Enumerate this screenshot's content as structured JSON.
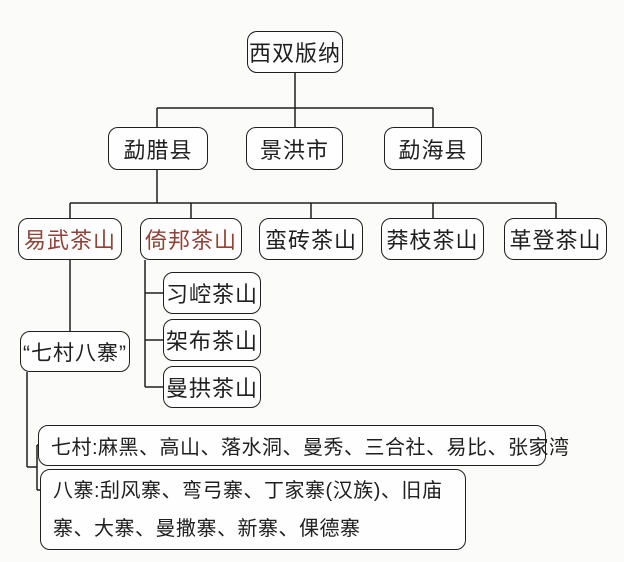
{
  "colors": {
    "accent_text": "#8e4338",
    "line": "#1f1f1f",
    "text": "#1f1f1f",
    "background": "#fbfbf9",
    "node_background": "#fefefe"
  },
  "diagram": {
    "type": "tree",
    "root": {
      "label": "西双版纳"
    },
    "level2": [
      {
        "label": "勐腊县"
      },
      {
        "label": "景洪市"
      },
      {
        "label": "勐海县"
      }
    ],
    "level3": [
      {
        "label": "易武茶山",
        "accent": true
      },
      {
        "label": "倚邦茶山",
        "accent": true
      },
      {
        "label": "蛮砖茶山",
        "accent": false
      },
      {
        "label": "莽枝茶山",
        "accent": false
      },
      {
        "label": "革登茶山",
        "accent": false
      }
    ],
    "yibang_children": [
      {
        "label": "习崆茶山"
      },
      {
        "label": "架布茶山"
      },
      {
        "label": "曼拱茶山"
      }
    ],
    "yiwu_child": {
      "label": "“七村八寨”"
    },
    "seven_villages": {
      "label": "七村:麻黑、高山、落水洞、曼秀、三合社、易比、张家湾"
    },
    "eight_stockades": {
      "label": "八寨:刮风寨、弯弓寨、丁家寨(汉族)、旧庙寨、大寨、曼撒寨、新寨、倮德寨"
    }
  }
}
